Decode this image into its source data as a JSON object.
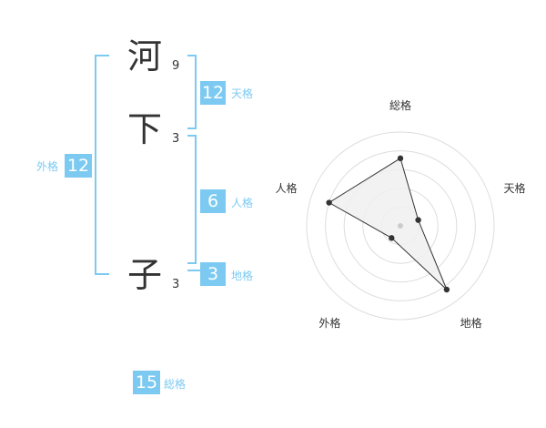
{
  "name": {
    "chars": [
      {
        "char": "河",
        "strokes": "9"
      },
      {
        "char": "下",
        "strokes": "3"
      },
      {
        "char": "子",
        "strokes": "3"
      }
    ]
  },
  "kaku": {
    "tenkaku": {
      "value": "12",
      "label": "天格"
    },
    "jinkaku": {
      "value": "6",
      "label": "人格"
    },
    "chikaku": {
      "value": "3",
      "label": "地格"
    },
    "gaikaku": {
      "value": "12",
      "label": "外格"
    },
    "soukaku": {
      "value": "15",
      "label": "総格"
    }
  },
  "colors": {
    "accent": "#7ccaf2",
    "text": "#333333",
    "fill": "#f0f0f0"
  },
  "chart_data": {
    "type": "radar",
    "categories": [
      "総格",
      "天格",
      "地格",
      "外格",
      "人格"
    ],
    "values": [
      3.6,
      1.0,
      4.2,
      0.8,
      4.0
    ],
    "range": [
      0,
      5
    ],
    "rings": 5
  }
}
